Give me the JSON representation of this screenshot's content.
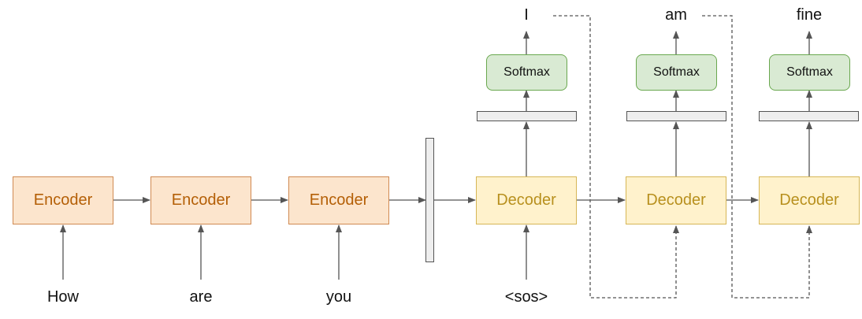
{
  "encoder": {
    "label": "Encoder"
  },
  "decoder": {
    "label": "Decoder"
  },
  "softmax": {
    "label": "Softmax"
  },
  "inputs": [
    "How",
    "are",
    "you"
  ],
  "decoder_input": "<sos>",
  "outputs": [
    "I",
    "am",
    "fine"
  ],
  "colors": {
    "encoder_fill": "#fce5cd",
    "encoder_text": "#b45f06",
    "decoder_fill": "#fff2cc",
    "decoder_text": "#b8901e",
    "softmax_fill": "#d9ead3",
    "arrow": "#555555"
  }
}
